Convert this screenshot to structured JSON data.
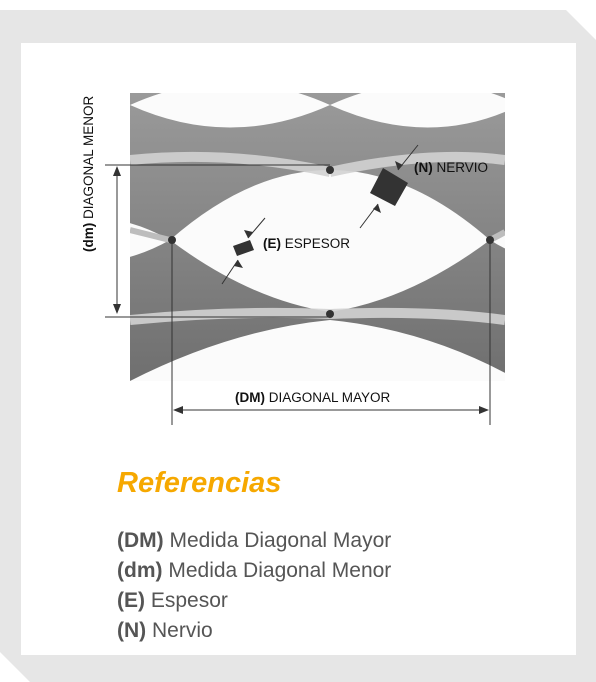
{
  "colors": {
    "frame_gray": "#e6e6e6",
    "accent": "#f6a800",
    "text_gray": "#555555",
    "swatch": "#333333"
  },
  "labels": {
    "nervio_abbr": "(N)",
    "nervio": "NERVIO",
    "espesor_abbr": "(E)",
    "espesor": "ESPESOR",
    "diag_mayor_abbr": "(DM)",
    "diag_mayor": "DIAGONAL MAYOR",
    "diag_menor_abbr": "(dm)",
    "diag_menor": "DIAGONAL MENOR"
  },
  "references": {
    "title": "Referencias",
    "items": [
      {
        "abbr": "(DM)",
        "text": "Medida Diagonal Mayor"
      },
      {
        "abbr": "(dm)",
        "text": "Medida Diagonal Menor"
      },
      {
        "abbr": "(E)",
        "text": "Espesor"
      },
      {
        "abbr": "(N)",
        "text": "Nervio"
      }
    ]
  }
}
